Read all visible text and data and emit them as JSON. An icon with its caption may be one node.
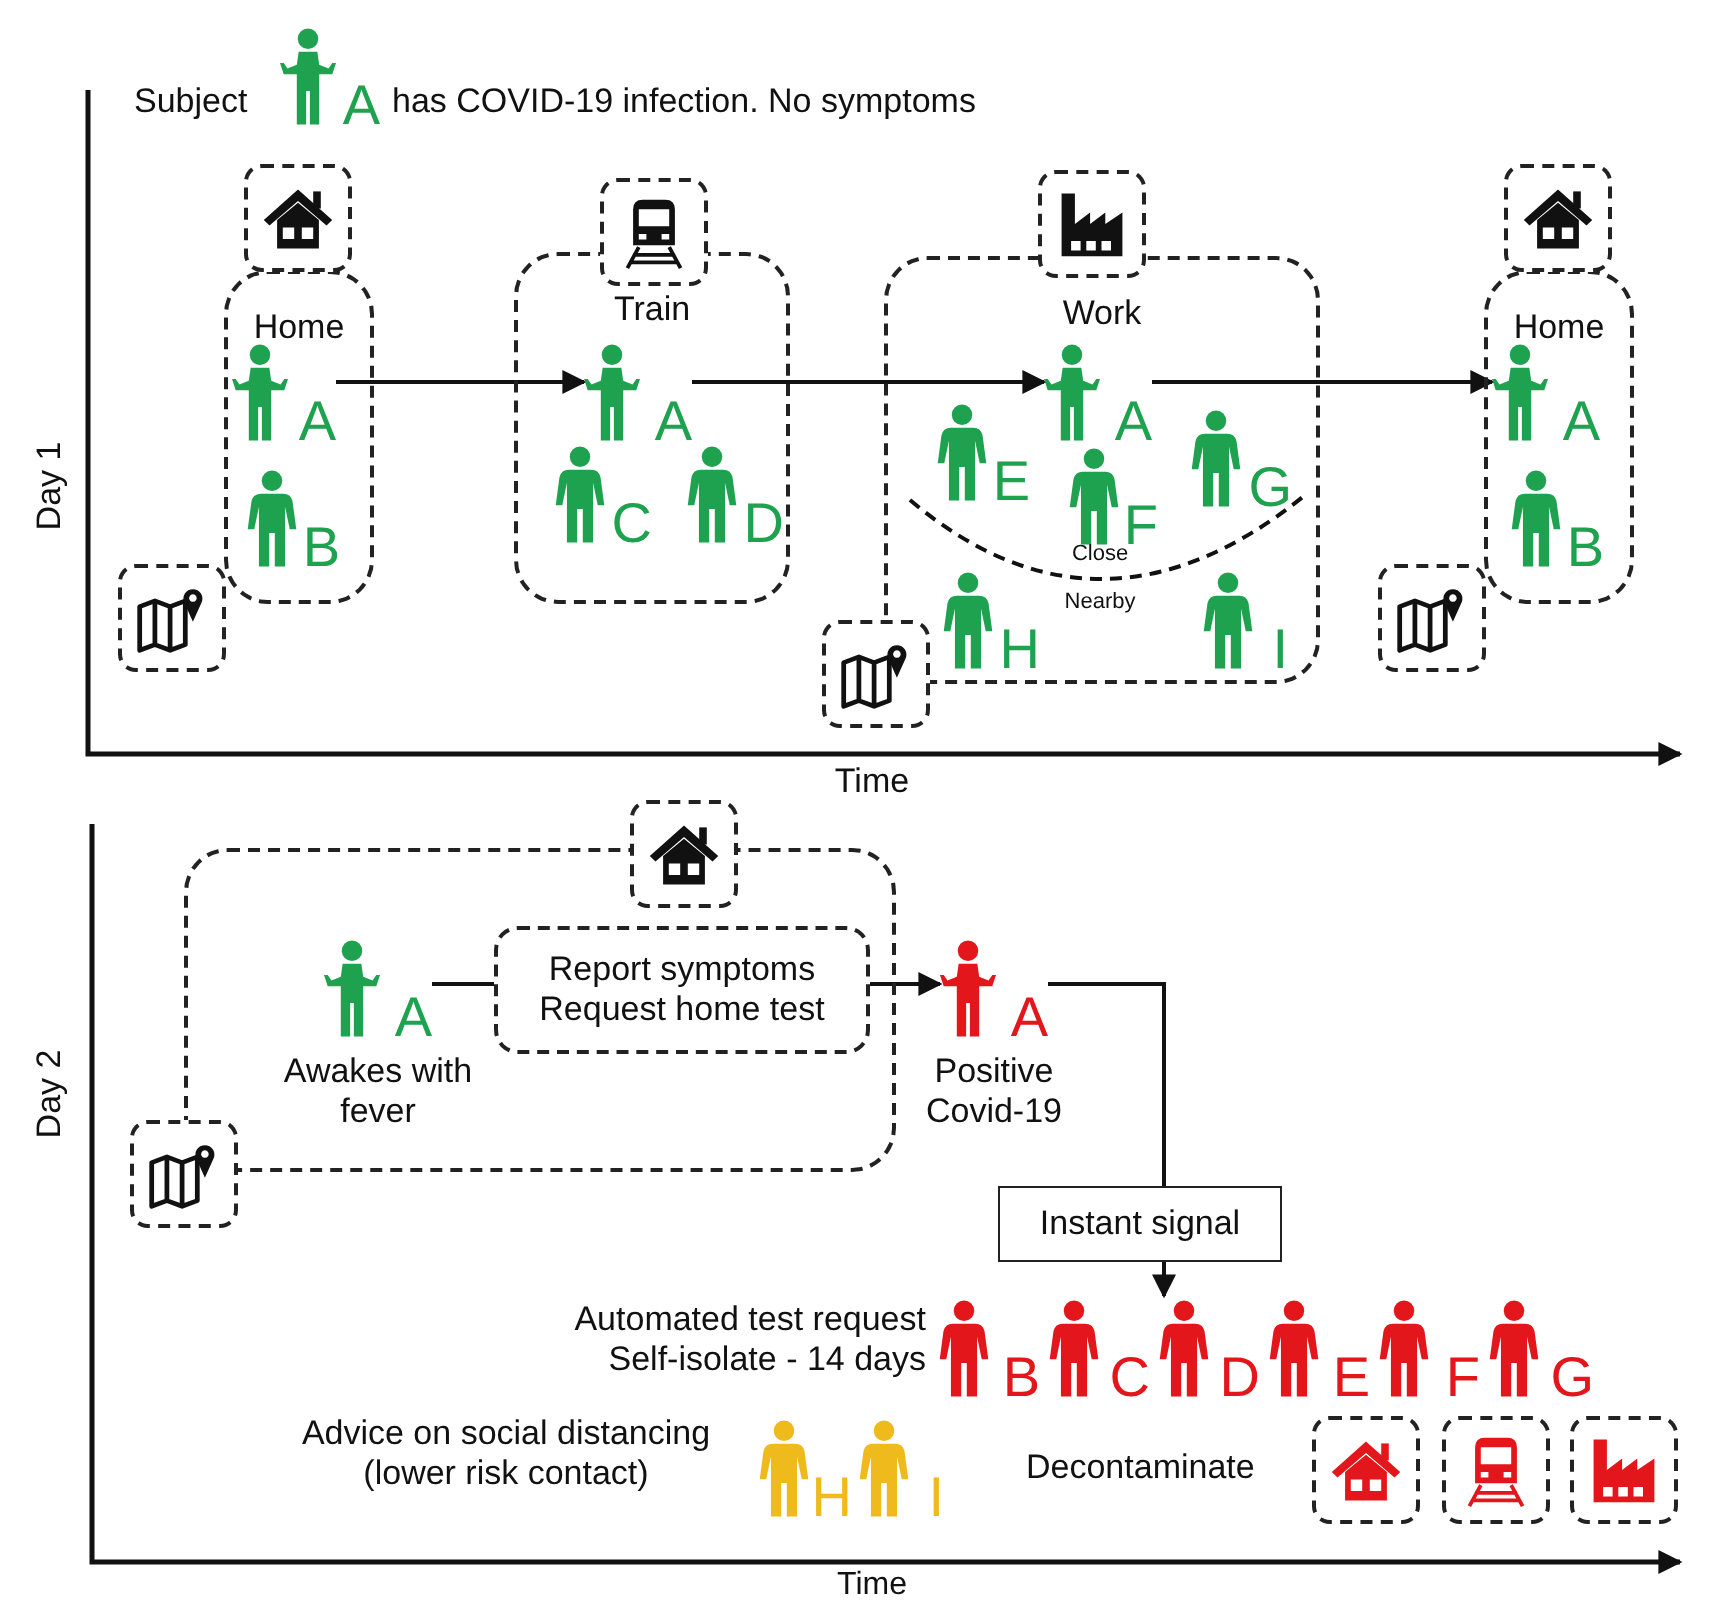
{
  "diagram": {
    "nodes": [
      {
        "text": [
          "A"
        ]
      },
      {
        "text": [
          "Home"
        ]
      },
      {
        "text": [
          "A"
        ],
        "in": 1
      },
      {
        "text": [
          "B"
        ],
        "in": 1
      },
      {
        "text": [
          "Train"
        ]
      },
      {
        "text": [
          "A"
        ],
        "in": 4
      },
      {
        "text": [
          "C"
        ],
        "in": 4
      },
      {
        "text": [
          "D"
        ],
        "in": 4
      },
      {
        "text": [
          "Work"
        ]
      },
      {
        "text": [
          "A"
        ],
        "in": 8
      },
      {
        "text": [
          "E"
        ],
        "in": 8
      },
      {
        "text": [
          "F"
        ],
        "in": 8
      },
      {
        "text": [
          "G"
        ],
        "in": 8
      },
      {
        "text": [
          "H"
        ],
        "in": 8
      },
      {
        "text": [
          "I"
        ],
        "in": 8
      },
      {
        "text": [
          "Home"
        ]
      },
      {
        "text": [
          "A"
        ],
        "in": 15
      },
      {
        "text": [
          "B"
        ],
        "in": 15
      },
      {
        "text": [],
        "shape": "box"
      },
      {
        "text": [
          "A"
        ],
        "in": 18,
        "beside": [
          "Awakes with fever"
        ]
      },
      {
        "text": [
          "Report symptoms",
          "Request home test"
        ],
        "in": 18
      },
      {
        "text": [
          "A"
        ],
        "beside": [
          "Positive Covid-19"
        ]
      },
      {
        "text": [
          "Instant signal"
        ]
      },
      {
        "text": [
          "B"
        ]
      },
      {
        "text": [
          "C"
        ]
      },
      {
        "text": [
          "D"
        ]
      },
      {
        "text": [
          "E"
        ]
      },
      {
        "text": [
          "F"
        ]
      },
      {
        "text": [
          "G"
        ]
      },
      {
        "text": [
          "H"
        ]
      },
      {
        "text": [
          "I"
        ]
      }
    ],
    "edges": [
      {
        "from": 2,
        "to": 5,
        "arrow": "to"
      },
      {
        "from": 5,
        "to": 9,
        "arrow": "to"
      },
      {
        "from": 9,
        "to": 16,
        "arrow": "to"
      },
      {
        "from": 19,
        "to": 20,
        "arrow": "none"
      },
      {
        "from": 20,
        "to": 21,
        "arrow": "to"
      },
      {
        "from": 21,
        "to": 22,
        "arrow": "none"
      },
      {
        "from": 22,
        "to": 25,
        "arrow": "to"
      }
    ],
    "labels": [
      "Subject",
      "has COVID-19 infection. No symptoms",
      "Day 1",
      "Close",
      "Nearby",
      "Time",
      "Day 2",
      "Automated test request Self-isolate - 14 days",
      "Advice on social distancing (lower risk contact)",
      "Decontaminate",
      "Time"
    ]
  }
}
